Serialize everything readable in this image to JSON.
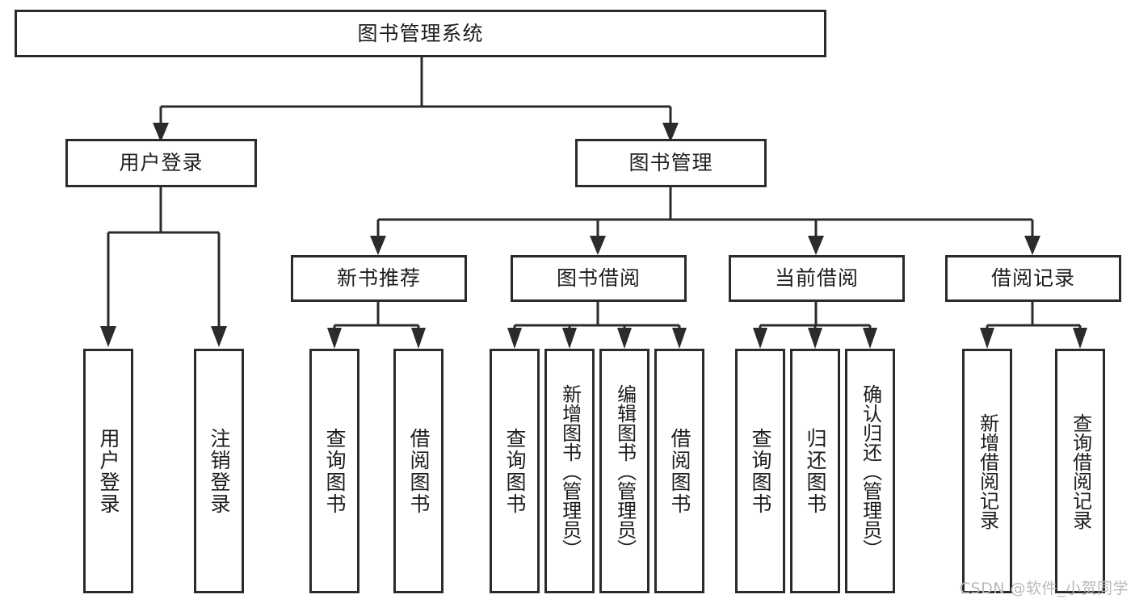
{
  "diagram": {
    "title": "图书管理系统",
    "type": "tree-hierarchy-diagram",
    "colors": {
      "box_border": "#2b2b2b",
      "box_fill": "#ffffff",
      "text": "#1d1d1d",
      "edge": "#2b2b2b",
      "watermark": "#b9b9b9",
      "background": "#ffffff"
    },
    "nodes": {
      "root": {
        "label": "图书管理系统"
      },
      "level2": [
        {
          "id": "user-login",
          "label": "用户登录"
        },
        {
          "id": "book-manage",
          "label": "图书管理"
        }
      ],
      "level3": [
        {
          "id": "new-book-recommend",
          "label": "新书推荐"
        },
        {
          "id": "book-borrow",
          "label": "图书借阅"
        },
        {
          "id": "current-borrow",
          "label": "当前借阅"
        },
        {
          "id": "borrow-record",
          "label": "借阅记录"
        }
      ],
      "leaves": [
        {
          "id": "leaf-user-login",
          "label": "用户登录",
          "parent": "用户登录"
        },
        {
          "id": "leaf-logout-login",
          "label": "注销登录",
          "parent": "用户登录"
        },
        {
          "id": "leaf-query-book-1",
          "label": "查询图书",
          "parent": "新书推荐"
        },
        {
          "id": "leaf-borrow-book-1",
          "label": "借阅图书",
          "parent": "新书推荐"
        },
        {
          "id": "leaf-query-book-2",
          "label": "查询图书",
          "parent": "图书借阅"
        },
        {
          "id": "leaf-add-book-admin",
          "label": "新增图书（管理员）",
          "parent": "图书借阅"
        },
        {
          "id": "leaf-edit-book-admin",
          "label": "编辑图书（管理员）",
          "parent": "图书借阅"
        },
        {
          "id": "leaf-borrow-book-2",
          "label": "借阅图书",
          "parent": "图书借阅"
        },
        {
          "id": "leaf-query-book-3",
          "label": "查询图书",
          "parent": "当前借阅"
        },
        {
          "id": "leaf-return-book",
          "label": "归还图书",
          "parent": "当前借阅"
        },
        {
          "id": "leaf-confirm-return-admin",
          "label": "确认归还（管理员）",
          "parent": "当前借阅"
        },
        {
          "id": "leaf-add-borrow-record",
          "label": "新增借阅记录",
          "parent": "借阅记录"
        },
        {
          "id": "leaf-query-borrow-record",
          "label": "查询借阅记录",
          "parent": "借阅记录"
        }
      ]
    },
    "watermark": "CSDN @软件_小贺同学"
  }
}
